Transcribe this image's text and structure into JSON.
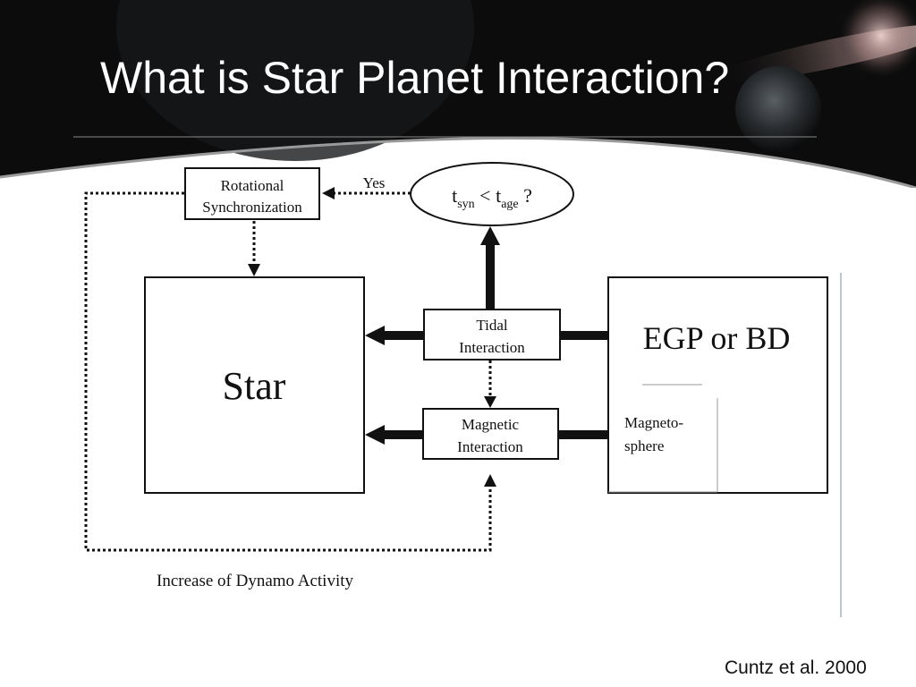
{
  "slide": {
    "title": "What is Star Planet Interaction?",
    "citation": "Cuntz et al. 2000"
  },
  "diagram": {
    "nodes": {
      "rotational_sync": {
        "line1": "Rotational",
        "line2": "Synchronization"
      },
      "condition": {
        "t1": "t",
        "sub1": "syn",
        "op": " < t",
        "sub2": "age",
        "q": " ?"
      },
      "star": {
        "label": "Star"
      },
      "egp_bd": {
        "label": "EGP or BD"
      },
      "tidal": {
        "line1": "Tidal",
        "line2": "Interaction"
      },
      "magnetic": {
        "line1": "Magnetic",
        "line2": "Interaction"
      },
      "magnetosphere": {
        "line1": "Magneto-",
        "line2": "sphere"
      }
    },
    "edges": {
      "yes_label": "Yes",
      "dynamo_label": "Increase of Dynamo Activity"
    }
  },
  "colors": {
    "header_bg": "#0c0c0c",
    "title": "#ffffff",
    "line": "#111111"
  }
}
